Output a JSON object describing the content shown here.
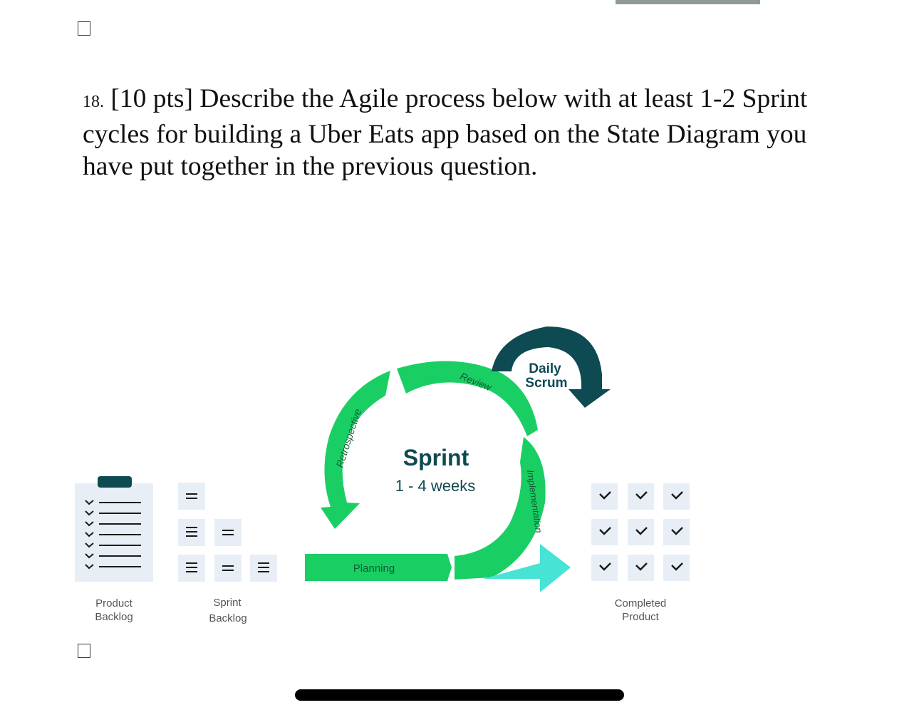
{
  "question": {
    "number": "18.",
    "text": "[10 pts] Describe the Agile process below with at least 1-2 Sprint cycles for building a Uber Eats app based on the State Diagram you have put together in the previous question."
  },
  "diagram": {
    "daily_scrum_line1": "Daily",
    "daily_scrum_line2": "Scrum",
    "review": "Review",
    "retrospective": "Retrospective",
    "implementation": "Implementation",
    "planning": "Planning",
    "sprint_title": "Sprint",
    "sprint_duration": "1 - 4 weeks",
    "product_backlog_line1": "Product",
    "product_backlog_line2": "Backlog",
    "sprint_backlog_line1": "Sprint",
    "sprint_backlog_line2": "Backlog",
    "completed_product_line1": "Completed",
    "completed_product_line2": "Product"
  },
  "colors": {
    "green": "#19cf64",
    "teal_dark": "#0e4a52",
    "aqua": "#47e3d5",
    "panel": "#e8eef5",
    "text_gray": "#555555"
  }
}
